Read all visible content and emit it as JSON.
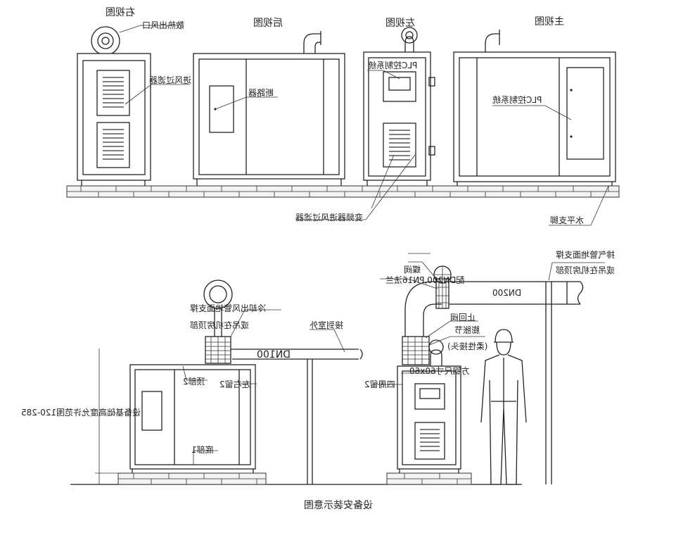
{
  "views": {
    "right": "右视图",
    "back": "后视图",
    "left": "左视图",
    "main": "主视图"
  },
  "labels_top": {
    "exhaust_outlet": "散热出风口",
    "inlet_filter": "进风过滤器",
    "breaker": "断路器",
    "plc_left": "PLC控制系统",
    "plc_main": "PLC控制系统",
    "vfd_filter": "变频器进风过滤器",
    "level_foot": "水平支脚"
  },
  "labels_bottom": {
    "exhaust_support": "排气管地面支撑",
    "exhaust_hang": "或吊在机房顶部",
    "butterfly_valve": "蝶阀",
    "flange": "配DN200,PN16法兰",
    "dn200": "DN200",
    "check_valve": "止回阀",
    "expansion_joint": "膨胀节",
    "flexible_joint": "(柔性接头)",
    "square_steel": "方钢尺寸60x60",
    "clearance_around": "四周留2",
    "cooling_support": "冷却出风管地面支撑",
    "cooling_hang": "或吊在机房顶部",
    "to_outdoor": "接到室外",
    "dn100": "DN100",
    "top_clearance": "顶部2",
    "side_clearance": "左右留2",
    "bottom_clearance": "底部1",
    "foundation_height": "设备基础高度允许范围120-285"
  },
  "caption": "设备安装示意图"
}
